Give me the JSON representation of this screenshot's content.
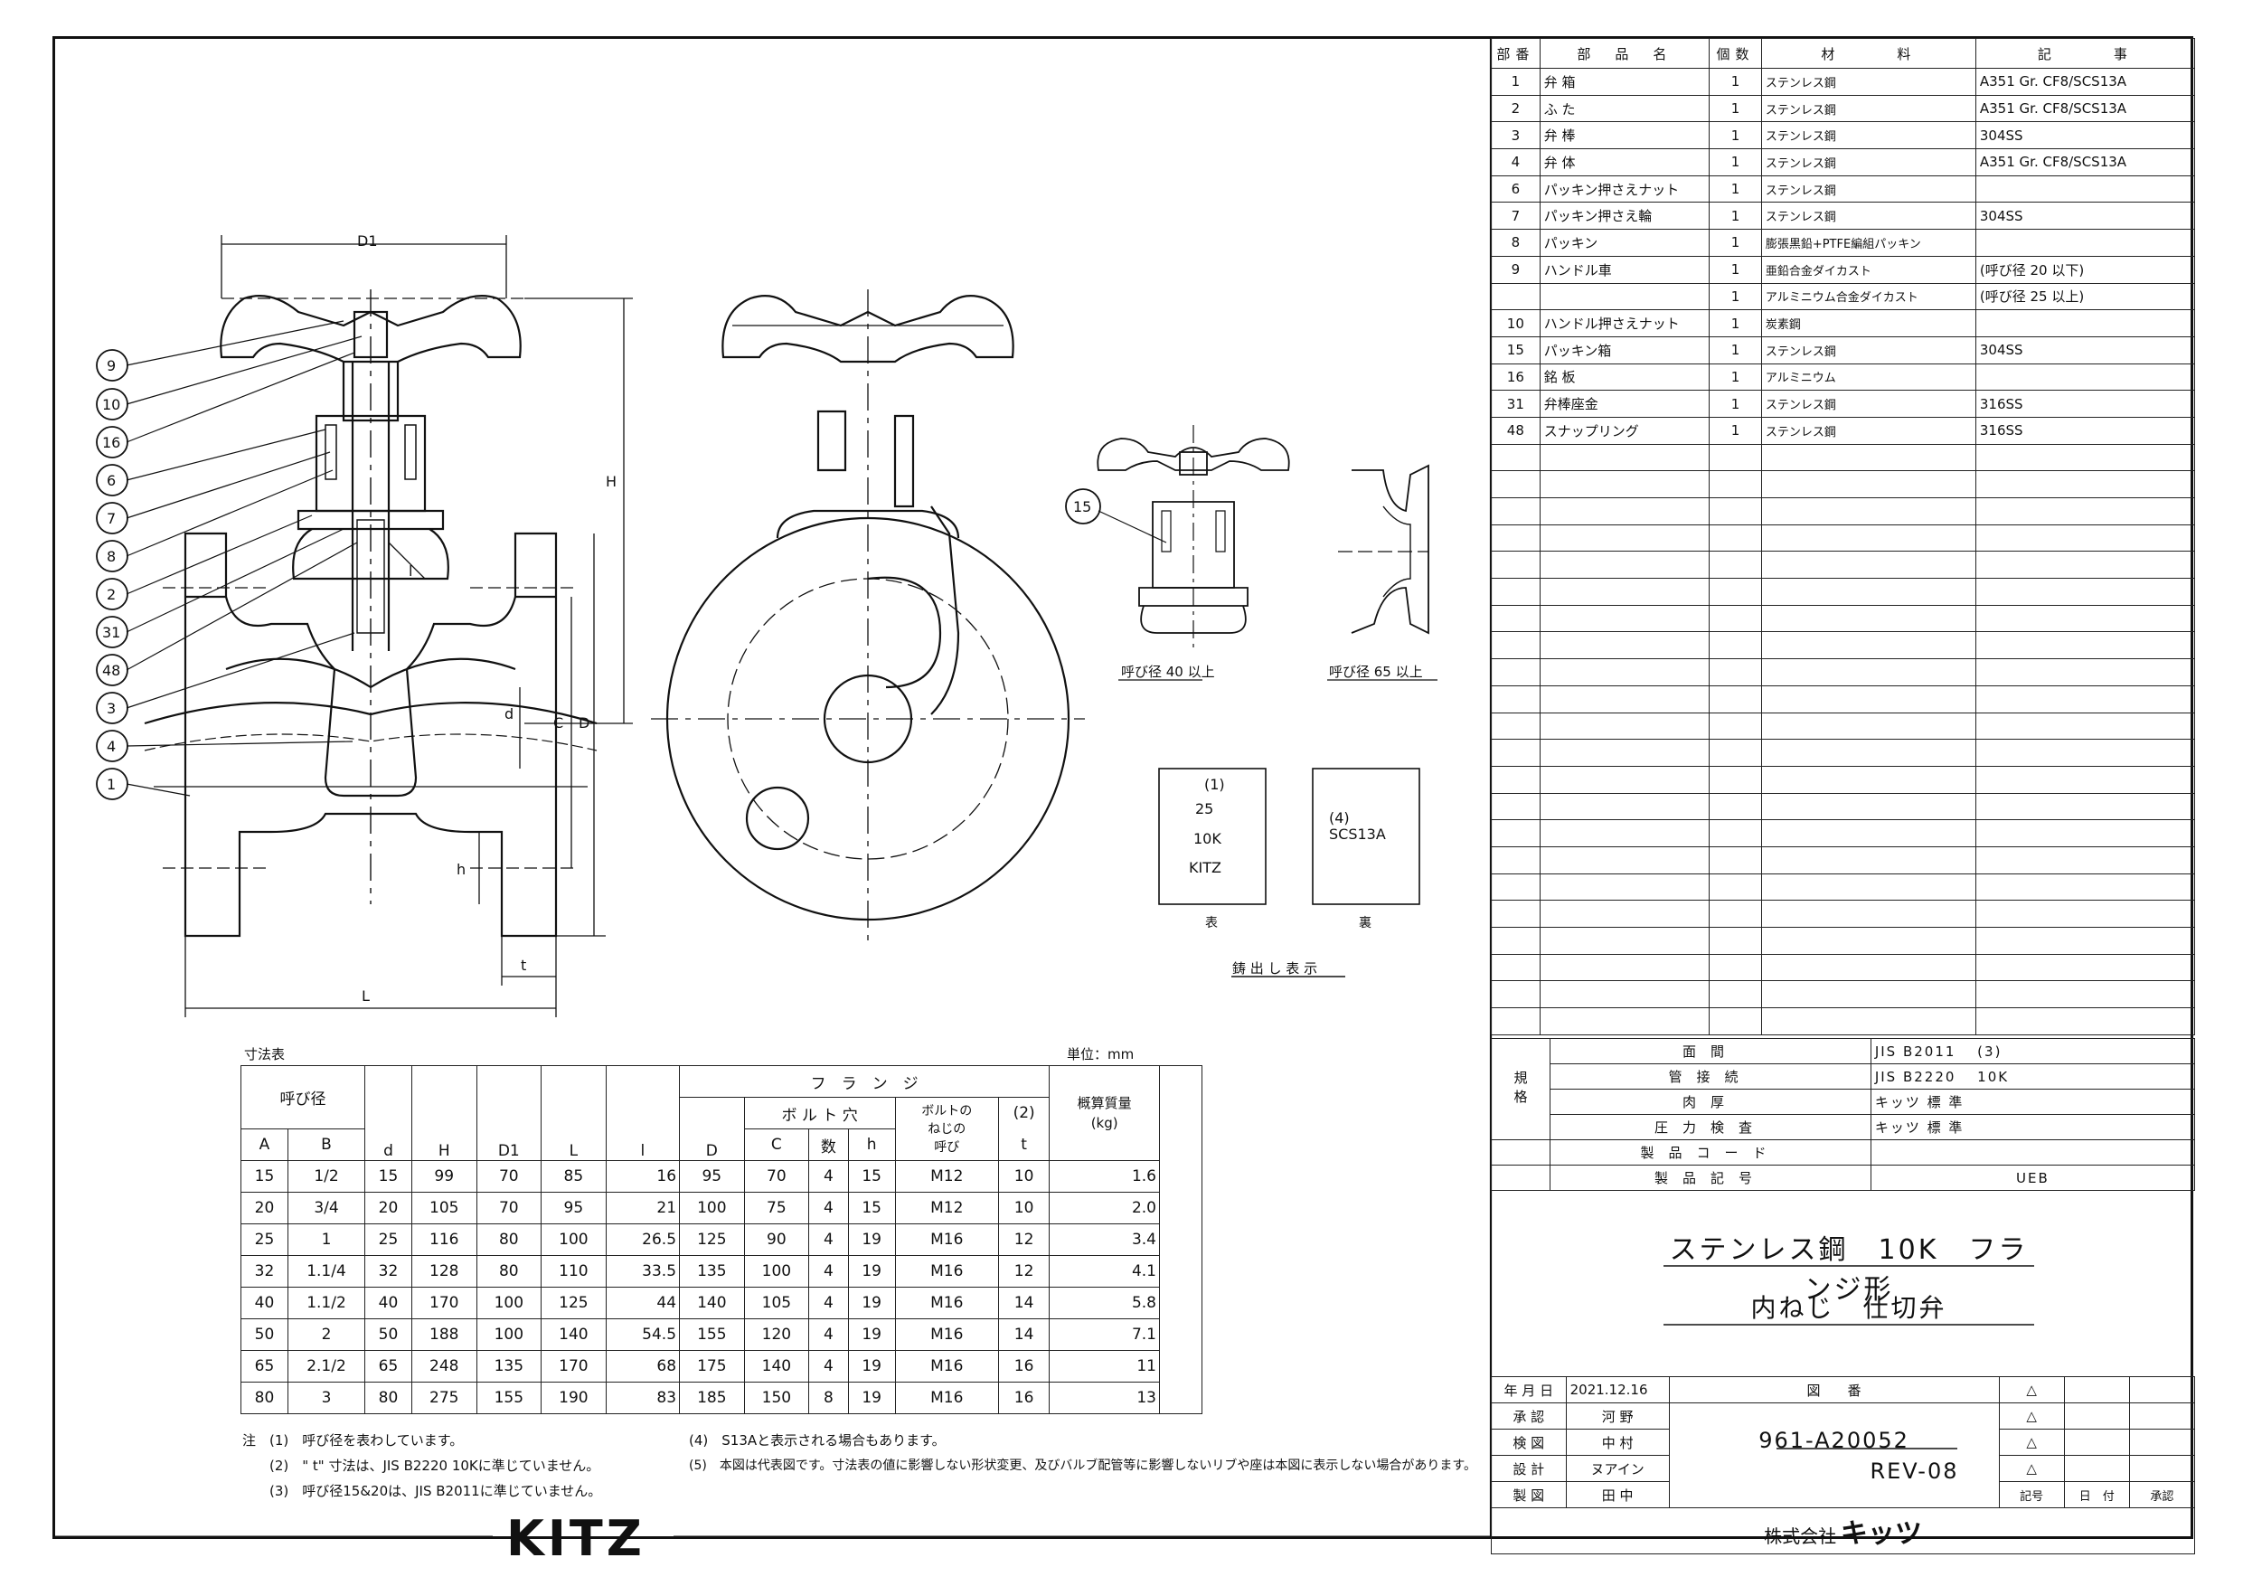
{
  "parts_table": {
    "headers": [
      "部番",
      "部　品　名",
      "個数",
      "材　　　料",
      "記　　　事"
    ],
    "rows": [
      [
        "1",
        "弁 箱",
        "1",
        "ステンレス鋼",
        "A351 Gr. CF8/SCS13A"
      ],
      [
        "2",
        "ふ た",
        "1",
        "ステンレス鋼",
        "A351 Gr. CF8/SCS13A"
      ],
      [
        "3",
        "弁 棒",
        "1",
        "ステンレス鋼",
        "304SS"
      ],
      [
        "4",
        "弁 体",
        "1",
        "ステンレス鋼",
        "A351 Gr. CF8/SCS13A"
      ],
      [
        "6",
        "パッキン押さえナット",
        "1",
        "ステンレス鋼",
        ""
      ],
      [
        "7",
        "パッキン押さえ輪",
        "1",
        "ステンレス鋼",
        "304SS"
      ],
      [
        "8",
        "パッキン",
        "1",
        "膨張黒鉛+PTFE編組パッキン",
        ""
      ],
      [
        "9",
        "ハンドル車",
        "1",
        "亜鉛合金ダイカスト",
        "(呼び径 20 以下)"
      ],
      [
        "",
        "",
        "1",
        "アルミニウム合金ダイカスト",
        "(呼び径 25 以上)"
      ],
      [
        "10",
        "ハンドル押さえナット",
        "1",
        "炭素鋼",
        ""
      ],
      [
        "15",
        "パッキン箱",
        "1",
        "ステンレス鋼",
        "304SS"
      ],
      [
        "16",
        "銘 板",
        "1",
        "アルミニウム",
        ""
      ],
      [
        "31",
        "弁棒座金",
        "1",
        "ステンレス鋼",
        "316SS"
      ],
      [
        "48",
        "スナップリング",
        "1",
        "ステンレス鋼",
        "316SS"
      ]
    ],
    "empty_rows": 22
  },
  "spec_table": {
    "group_label": "規格",
    "rows": [
      {
        "name": "面間",
        "value": "JIS B2011　 (3)"
      },
      {
        "name": "管接続",
        "value": "JIS B2220　 10K"
      },
      {
        "name": "肉厚",
        "value": "キッツ 標 準"
      },
      {
        "name": "圧力検査",
        "value": "キッツ 標 準"
      },
      {
        "name": "製品コード",
        "value": ""
      },
      {
        "name": "製品記号",
        "value": "UEB"
      }
    ]
  },
  "title": {
    "line1": "ステンレス鋼　10K　フランジ形",
    "line2": "内ねじ　仕切弁"
  },
  "title_block": {
    "date_label": "年 月 日",
    "date": "2021.12.16",
    "drawing_no_label": "図　　番",
    "drawing_no": "961-A20052",
    "rev": "REV-08",
    "rows": [
      {
        "role": "承 認",
        "name": "河 野"
      },
      {
        "role": "検 図",
        "name": "中 村"
      },
      {
        "role": "設 計",
        "name": "ヌアイン"
      },
      {
        "role": "製 図",
        "name": "田 中"
      }
    ],
    "rev_headers": [
      "記号",
      "日　付",
      "承認"
    ],
    "company": "株式会社",
    "company_logo": "キッツ"
  },
  "dimension_table": {
    "caption": "寸法表",
    "unit": "単位：mm",
    "headers": {
      "nominal": "呼び径",
      "A": "A",
      "B": "B",
      "d": "d",
      "H": "H",
      "D1": "D1",
      "L": "L",
      "l": "l",
      "flange": "フ　ラ　ン　ジ",
      "D": "D",
      "bolt_hole": "ボ ル ト 穴",
      "C": "C",
      "n": "数",
      "h": "h",
      "bolt_thread": "ボルトの\nねじの\n呼び",
      "t_note": "(2)",
      "t": "t",
      "mass": "概算質量\n(kg)"
    },
    "rows": [
      [
        "15",
        "1/2",
        "15",
        "99",
        "70",
        "85",
        "16",
        "95",
        "70",
        "4",
        "15",
        "M12",
        "10",
        "1.6"
      ],
      [
        "20",
        "3/4",
        "20",
        "105",
        "70",
        "95",
        "21",
        "100",
        "75",
        "4",
        "15",
        "M12",
        "10",
        "2.0"
      ],
      [
        "25",
        "1",
        "25",
        "116",
        "80",
        "100",
        "26.5",
        "125",
        "90",
        "4",
        "19",
        "M16",
        "12",
        "3.4"
      ],
      [
        "32",
        "1.1/4",
        "32",
        "128",
        "80",
        "110",
        "33.5",
        "135",
        "100",
        "4",
        "19",
        "M16",
        "12",
        "4.1"
      ],
      [
        "40",
        "1.1/2",
        "40",
        "170",
        "100",
        "125",
        "44",
        "140",
        "105",
        "4",
        "19",
        "M16",
        "14",
        "5.8"
      ],
      [
        "50",
        "2",
        "50",
        "188",
        "100",
        "140",
        "54.5",
        "155",
        "120",
        "4",
        "19",
        "M16",
        "14",
        "7.1"
      ],
      [
        "65",
        "2.1/2",
        "65",
        "248",
        "135",
        "170",
        "68",
        "175",
        "140",
        "4",
        "19",
        "M16",
        "16",
        "11"
      ],
      [
        "80",
        "3",
        "80",
        "275",
        "155",
        "190",
        "83",
        "185",
        "150",
        "8",
        "19",
        "M16",
        "16",
        "13"
      ]
    ]
  },
  "notes": {
    "lead": "注",
    "items": [
      "(1)　呼び径を表わしています。",
      "(2)　\" t\" 寸法は、JIS B2220 10Kに準じていません。",
      "(3)　呼び径15&20は、JIS B2011に準じていません。",
      "(4)　S13Aと表示される場合もあります。",
      "(5)　本図は代表図です。寸法表の値に影響しない形状変更、及びバルブ配管等に影響しないリブや座は本図に表示しない場合があります。"
    ]
  },
  "drawing_labels": {
    "D1": "D1",
    "H": "H",
    "C": "C",
    "D": "D",
    "d": "d",
    "h": "h",
    "t": "t",
    "L": "L",
    "l": "l",
    "balloons": [
      "9",
      "10",
      "16",
      "6",
      "7",
      "8",
      "2",
      "31",
      "48",
      "3",
      "4",
      "1"
    ],
    "balloon15": "15",
    "size40": "呼び径 40 以上",
    "size65": "呼び径 65 以上",
    "casting_front": [
      "(1)",
      "25",
      "10K",
      "KITZ"
    ],
    "casting_back": [
      "(4)",
      "SCS13A"
    ],
    "front": "表",
    "back": "裏",
    "casting_caption": "鋳 出 し 表 示"
  },
  "brand_logo": "KITZ"
}
